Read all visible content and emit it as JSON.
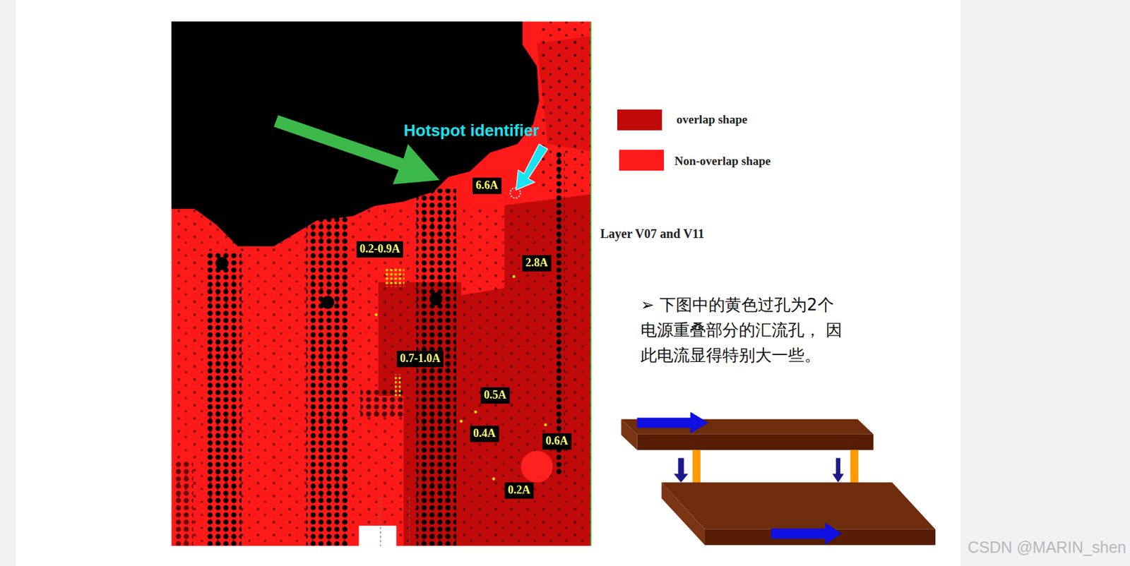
{
  "diagram": {
    "labels": [
      "Hotspot identifier",
      "6.6A",
      "0.2-0.9A",
      "2.8A",
      "0.7-1.0A",
      "0.5A",
      "0.4A",
      "0.6A",
      "0.2A",
      "Layer V07 and V11",
      "➢ 下图中的黄色过孔为2个 电源重叠部分的汇流孔， 因此电流显得特别大一些。",
      "CSDN @MARIN_shen"
    ],
    "legend": [
      {
        "text": "overlap shape",
        "color": "#c00a0a"
      },
      {
        "text": "Non-overlap shape",
        "color": "#ff1a1a"
      }
    ]
  }
}
